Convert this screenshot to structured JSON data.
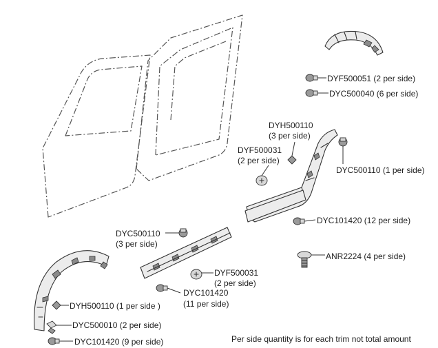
{
  "callouts": {
    "dyf500051": "DYF500051 (2 per side)",
    "dyc500040": "DYC500040 (6 per side)",
    "dyh500110_rear_1": "DYH500110",
    "dyh500110_rear_2": "(3 per side)",
    "dyf500031_rear_1": "DYF500031",
    "dyf500031_rear_2": "(2 per side)",
    "dyc500110_rear": "DYC500110 (1 per side)",
    "dyc101420_rear": "DYC101420 (12 per side)",
    "anr2224": "ANR2224 (4 per side)",
    "dyc500110_front_1": "DYC500110",
    "dyc500110_front_2": "(3 per side)",
    "dyf500031_front_1": "DYF500031",
    "dyf500031_front_2": "(2 per side)",
    "dyc101420_front_1": "DYC101420",
    "dyc101420_front_2": "(11 per side)",
    "dyh500110_front": "DYH500110 (1 per side )",
    "dyc500010": "DYC500010 (2 per side)",
    "dyc101420_arch": "DYC101420 (9 per side)"
  },
  "footnote": "Per side quantity is for each trim not total amount"
}
